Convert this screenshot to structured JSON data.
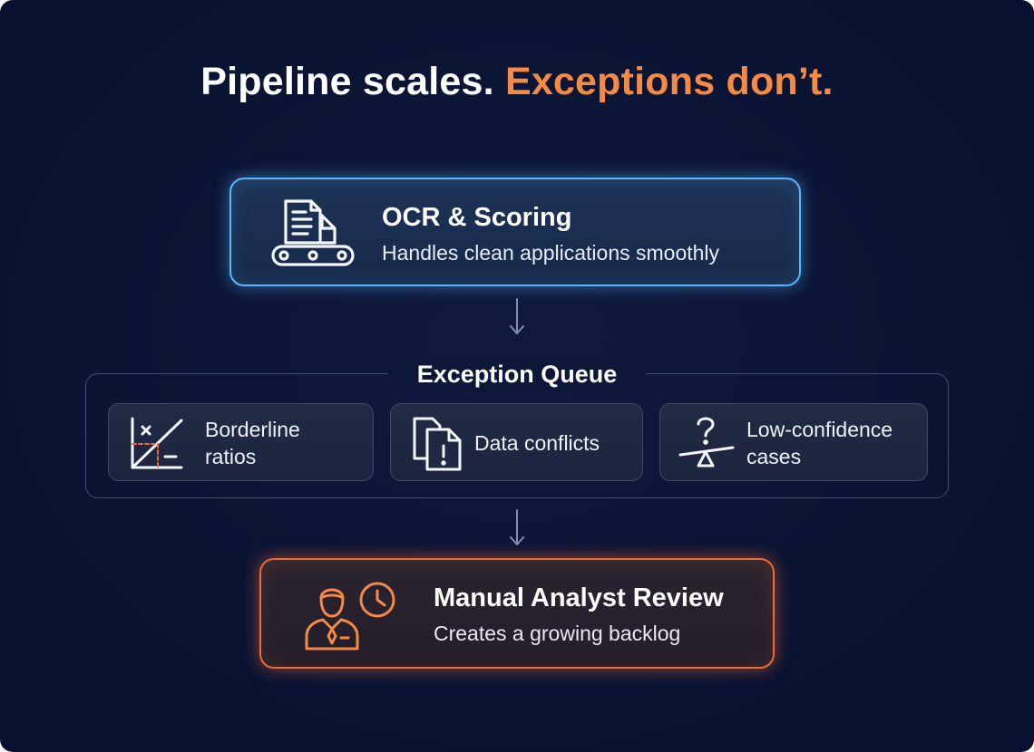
{
  "headline": {
    "part1": "Pipeline scales.",
    "part2": "Exceptions don’t."
  },
  "top_box": {
    "title": "OCR & Scoring",
    "subtitle": "Handles clean applications smoothly",
    "icon": "document-conveyor-icon"
  },
  "queue": {
    "title": "Exception Queue",
    "cards": [
      {
        "line1": "Borderline",
        "line2": "ratios",
        "icon": "ratio-chart-icon"
      },
      {
        "line1": "Data conflicts",
        "icon": "conflicting-documents-icon"
      },
      {
        "line1": "Low-confidence",
        "line2": "cases",
        "icon": "question-balance-icon"
      }
    ]
  },
  "bottom_box": {
    "title": "Manual Analyst Review",
    "subtitle": "Creates a growing backlog",
    "icon": "analyst-clock-icon"
  },
  "colors": {
    "background": "#0b1433",
    "accent_orange": "#f58a45",
    "top_box_border": "#5bb8f5",
    "bottom_box_border": "#f06a35"
  }
}
